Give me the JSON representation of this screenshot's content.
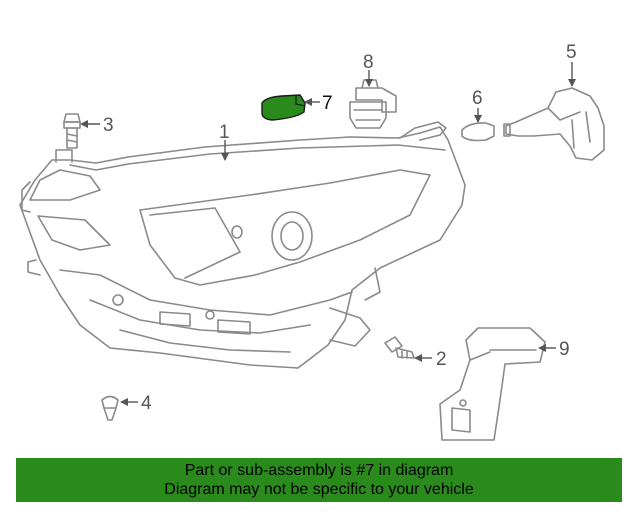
{
  "diagram": {
    "callouts": [
      {
        "id": "1",
        "label": "1"
      },
      {
        "id": "2",
        "label": "2"
      },
      {
        "id": "3",
        "label": "3"
      },
      {
        "id": "4",
        "label": "4"
      },
      {
        "id": "5",
        "label": "5"
      },
      {
        "id": "6",
        "label": "6"
      },
      {
        "id": "7",
        "label": "7"
      },
      {
        "id": "8",
        "label": "8"
      },
      {
        "id": "9",
        "label": "9"
      }
    ],
    "highlight_color": "#2a8a1c",
    "line_color": "#8a8a8a"
  },
  "banner": {
    "line1": "Part or sub-assembly is #7 in diagram",
    "line2": "Diagram may not be specific to your vehicle",
    "background": "#2a8a1c"
  }
}
